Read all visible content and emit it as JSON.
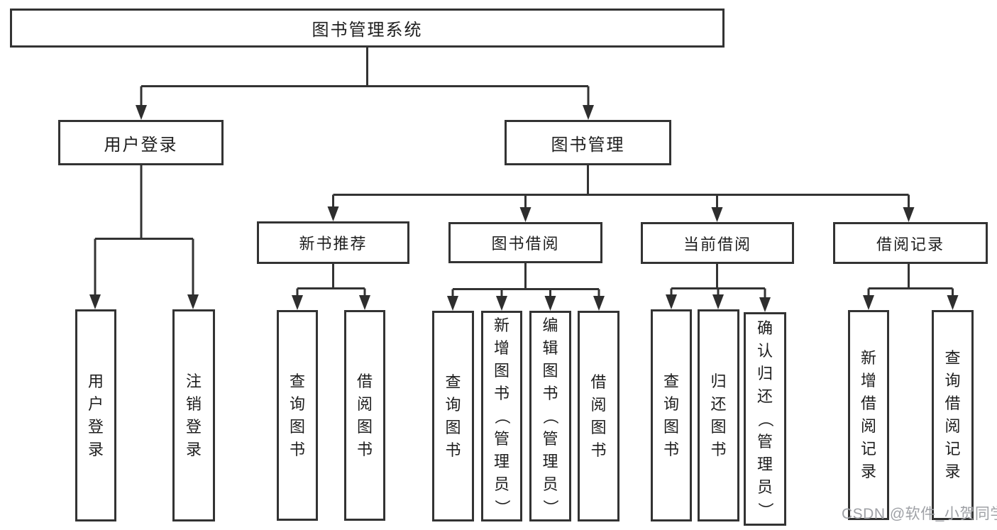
{
  "diagram": {
    "root": {
      "label": "图书管理系统"
    },
    "branches": [
      {
        "label": "用户登录",
        "children": [
          {
            "label": "用户登录"
          },
          {
            "label": "注销登录"
          }
        ]
      },
      {
        "label": "图书管理",
        "children": [
          {
            "label": "新书推荐",
            "children": [
              {
                "label": "查询图书"
              },
              {
                "label": "借阅图书"
              }
            ]
          },
          {
            "label": "图书借阅",
            "children": [
              {
                "label": "查询图书"
              },
              {
                "label": "新增图书（管理员）"
              },
              {
                "label": "编辑图书（管理员）"
              },
              {
                "label": "借阅图书"
              }
            ]
          },
          {
            "label": "当前借阅",
            "children": [
              {
                "label": "查询图书"
              },
              {
                "label": "归还图书"
              },
              {
                "label": "确认归还（管理员）"
              }
            ]
          },
          {
            "label": "借阅记录",
            "children": [
              {
                "label": "新增借阅记录"
              },
              {
                "label": "查询借阅记录"
              }
            ]
          }
        ]
      }
    ]
  },
  "watermark": {
    "text": "CSDN @软件_小贺同学",
    "color": "#9fa1a6"
  },
  "colors": {
    "stroke": "#333333",
    "text": "#1e1e1e",
    "background": "#ffffff"
  }
}
